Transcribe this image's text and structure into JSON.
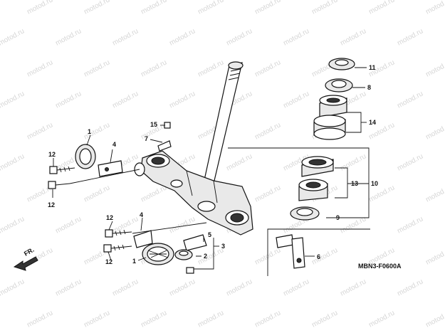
{
  "watermark": "motod.ru",
  "diagram_code": "MBN3-F0600A",
  "front_indicator": "FR.",
  "callouts": {
    "c1_top": "1",
    "c1_bottom": "1",
    "c2": "2",
    "c3": "3",
    "c4_top": "4",
    "c4_bottom": "4",
    "c5": "5",
    "c6": "6",
    "c7": "7",
    "c8": "8",
    "c9": "9",
    "c10": "10",
    "c11": "11",
    "c12_a": "12",
    "c12_b": "12",
    "c12_c": "12",
    "c12_d": "12",
    "c13": "13",
    "c14": "14",
    "c15": "15"
  }
}
